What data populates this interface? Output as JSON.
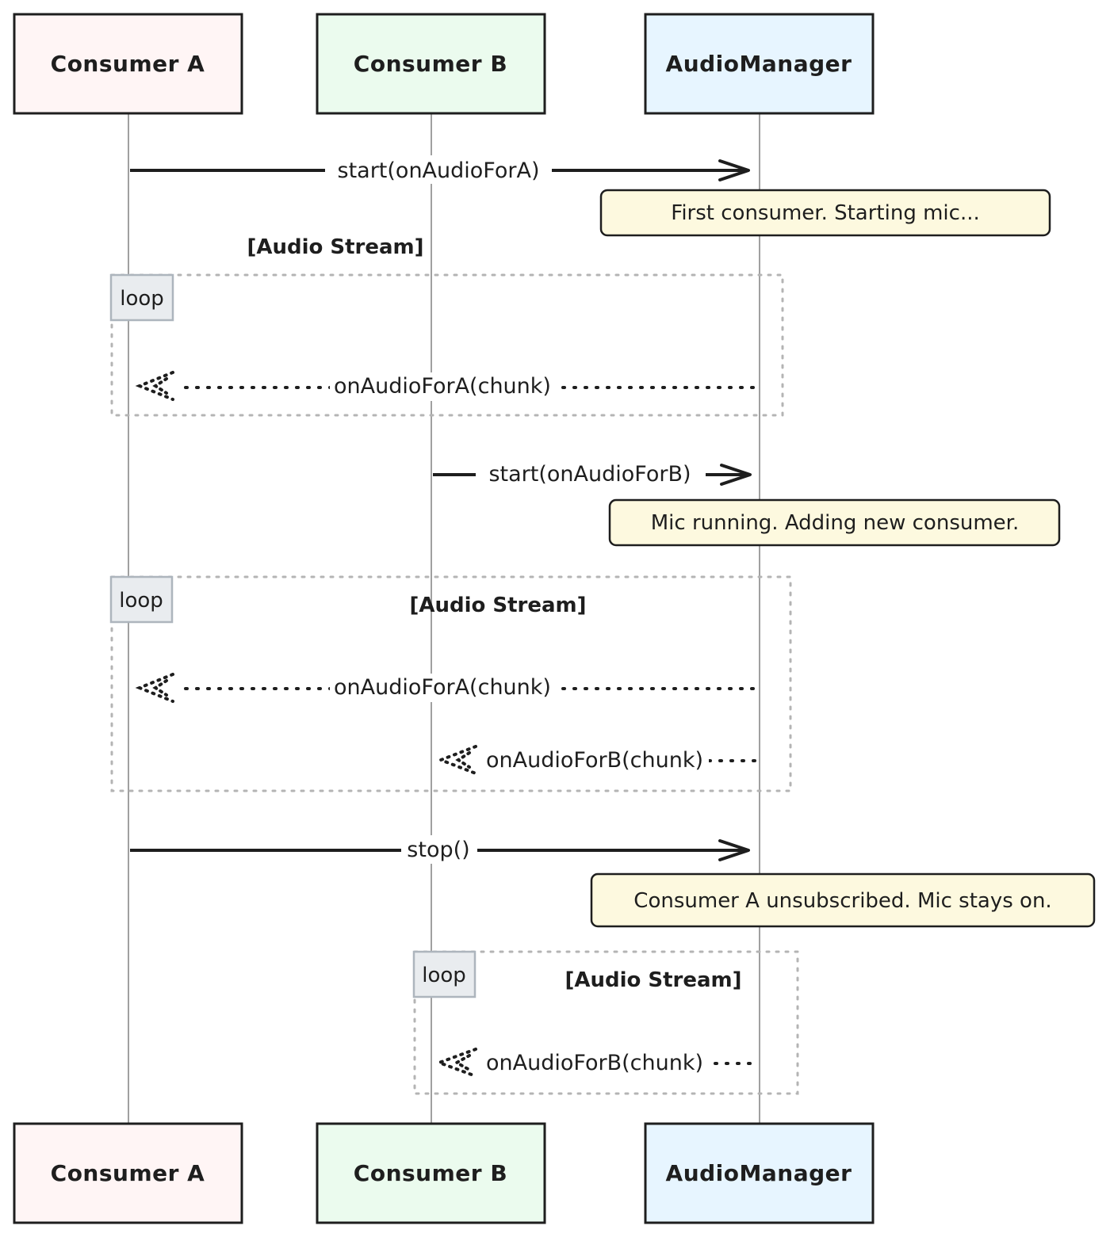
{
  "actors": [
    {
      "id": "consumer-a",
      "label": "Consumer A",
      "fill": "#fff5f5"
    },
    {
      "id": "consumer-b",
      "label": "Consumer B",
      "fill": "#ebfbee"
    },
    {
      "id": "audio-manager",
      "label": "AudioManager",
      "fill": "#e7f5ff"
    }
  ],
  "messages": {
    "start_a": "start(onAudioForA)",
    "loop1_a": "onAudioForA(chunk)",
    "start_b": "start(onAudioForB)",
    "loop2_a": "onAudioForA(chunk)",
    "loop2_b": "onAudioForB(chunk)",
    "stop": "stop()",
    "loop3_b": "onAudioForB(chunk)"
  },
  "notes": {
    "first": "First consumer. Starting mic...",
    "running": "Mic running. Adding new consumer.",
    "unsubscribed": "Consumer A unsubscribed. Mic stays on."
  },
  "loops": {
    "keyword": "loop",
    "condition": "[Audio Stream]"
  },
  "colors": {
    "stroke": "#1e1e1e",
    "lifeline": "#a0a0a0",
    "note_fill": "#fdf9df",
    "loop_border": "#b4b4b4",
    "loop_tag_fill": "#e9ecef",
    "loop_tag_border": "#adb5bd"
  }
}
